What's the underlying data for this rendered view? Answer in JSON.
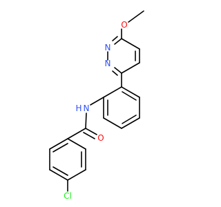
{
  "molecule": {
    "atoms": {
      "methoxy_o": {
        "symbol": "O",
        "color": "#ff0d0d"
      },
      "pyridazine_n1": {
        "symbol": "N",
        "color": "#3050f8"
      },
      "pyridazine_n2": {
        "symbol": "N",
        "color": "#3050f8"
      },
      "amide_n": {
        "symbol": "N",
        "color": "#3050f8"
      },
      "amide_h": {
        "symbol": "H",
        "color": "#3050f8"
      },
      "carbonyl_o": {
        "symbol": "O",
        "color": "#ff0d0d"
      },
      "chlorine": {
        "symbol": "Cl",
        "color": "#1ff01f"
      }
    },
    "bond_color": "#000000",
    "background": "#ffffff"
  }
}
